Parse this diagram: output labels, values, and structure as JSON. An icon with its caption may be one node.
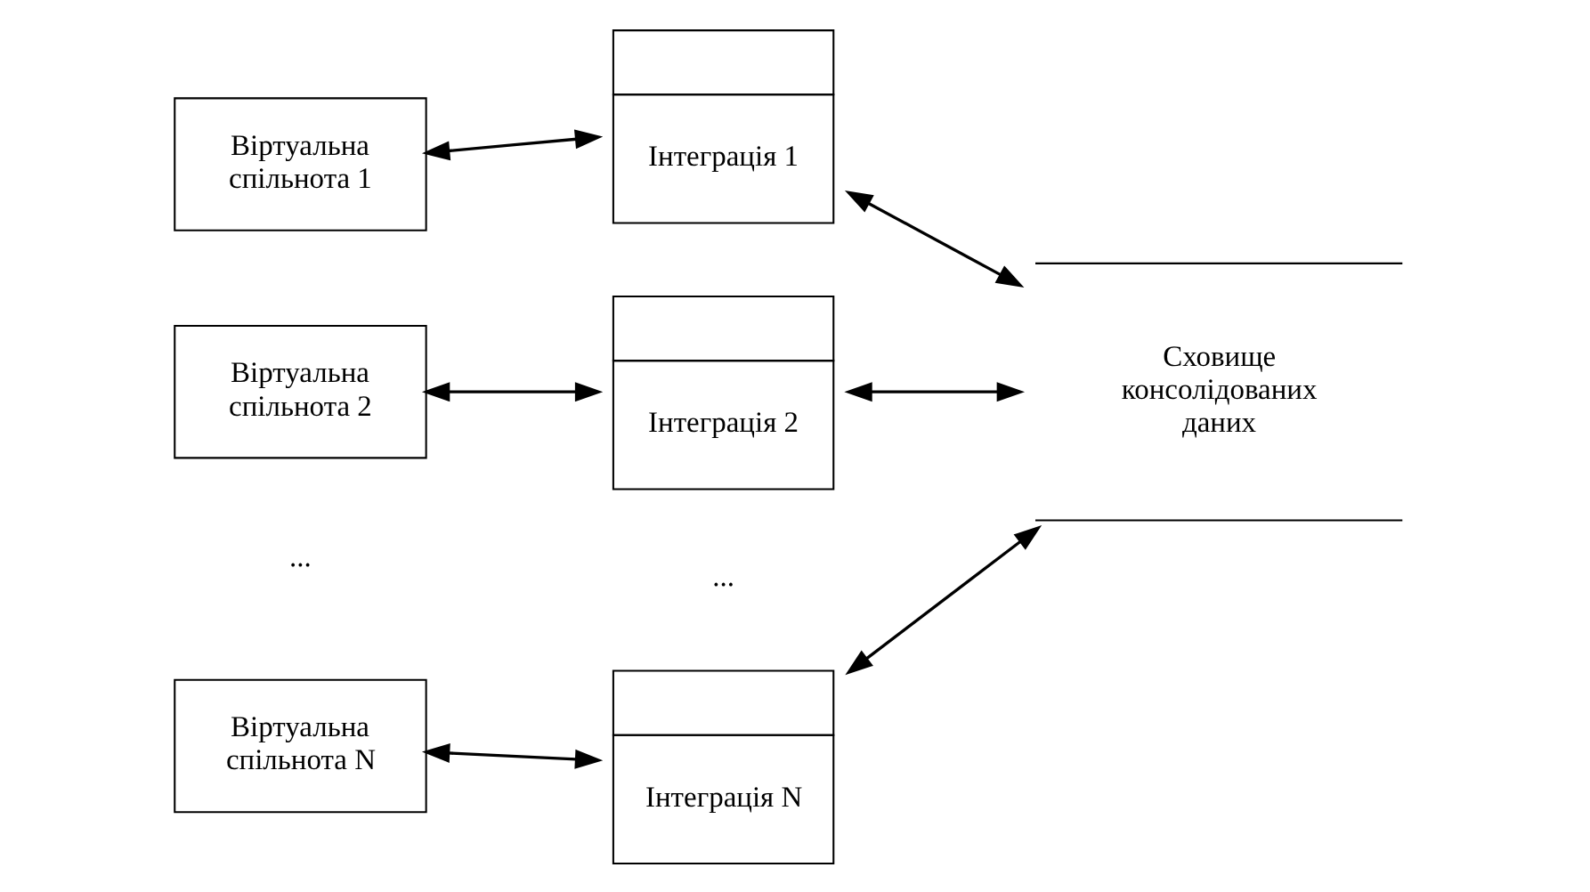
{
  "diagram": {
    "nodes": [
      {
        "text": [
          "Віртуальна спільнота 1"
        ]
      },
      {
        "text": [
          "Інтеграція 1"
        ]
      },
      {
        "text": [
          "Віртуальна спільнота 2"
        ]
      },
      {
        "text": [
          "Інтеграція 2"
        ]
      },
      {
        "text": [
          "Віртуальна спільнота N"
        ]
      },
      {
        "text": [
          "Інтеграція N"
        ]
      },
      {
        "text": [
          "Сховище консолідованих даних"
        ]
      }
    ],
    "edges": [
      {
        "from": 0,
        "to": 1,
        "arrow": "both"
      },
      {
        "from": 1,
        "to": 6,
        "arrow": "both"
      },
      {
        "from": 2,
        "to": 3,
        "arrow": "both"
      },
      {
        "from": 3,
        "to": 6,
        "arrow": "both"
      },
      {
        "from": 4,
        "to": 5,
        "arrow": "both"
      },
      {
        "from": 5,
        "to": 6,
        "arrow": "both"
      }
    ],
    "labels": [
      "...",
      "..."
    ]
  }
}
